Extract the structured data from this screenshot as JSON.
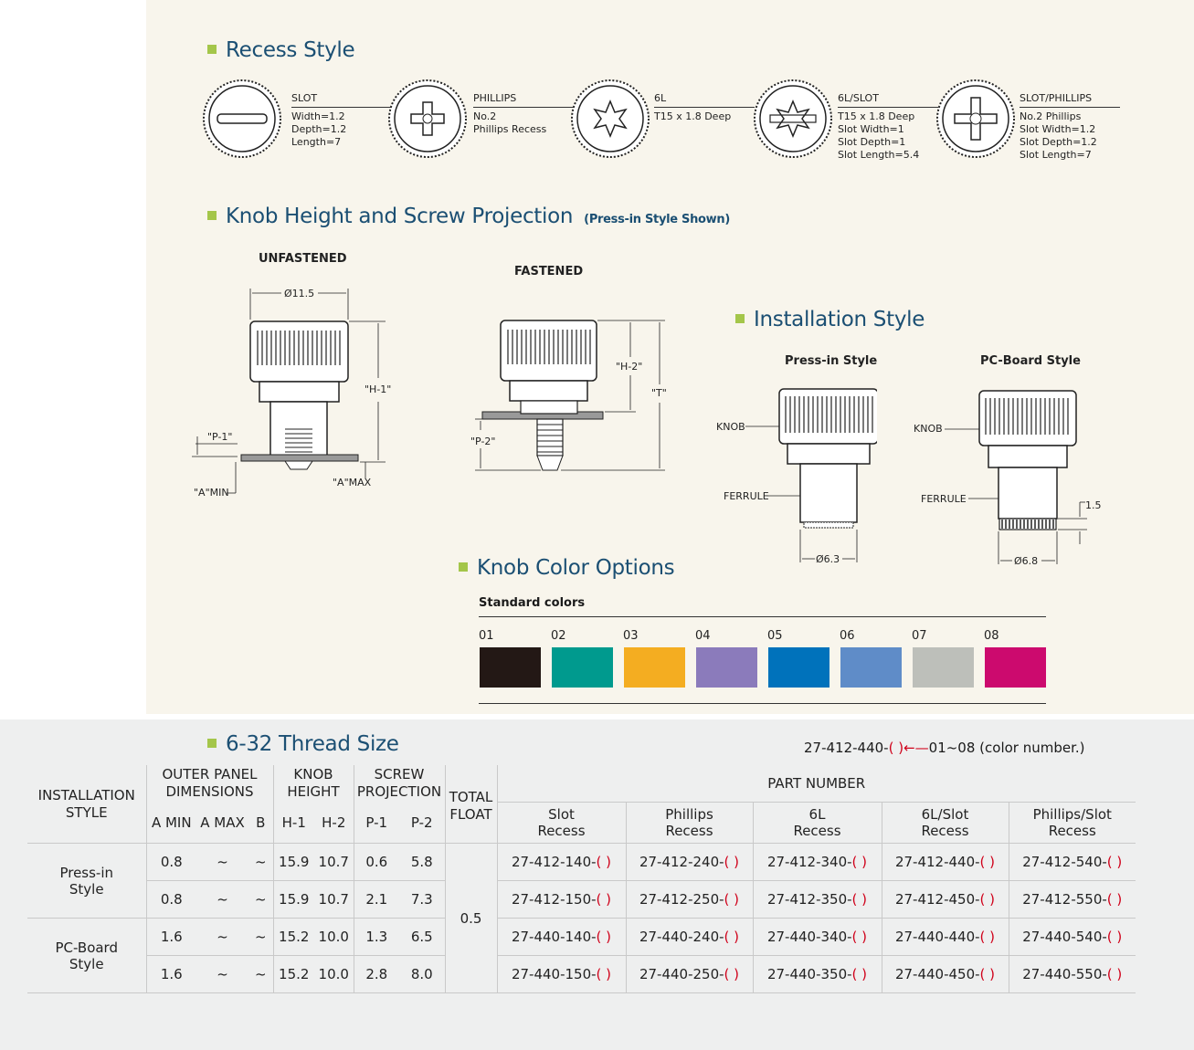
{
  "recess": {
    "heading": "Recess Style",
    "items": [
      {
        "title": "SLOT",
        "lines": [
          "Width=1.2",
          "Depth=1.2",
          "Length=7"
        ]
      },
      {
        "title": "PHILLIPS",
        "lines": [
          "No.2",
          "Phillips Recess"
        ]
      },
      {
        "title": "6L",
        "lines": [
          "T15 x 1.8 Deep"
        ]
      },
      {
        "title": "6L/SLOT",
        "lines": [
          "T15 x 1.8 Deep",
          "Slot Width=1",
          "Slot Depth=1",
          "Slot Length=5.4"
        ]
      },
      {
        "title": "SLOT/PHILLIPS",
        "lines": [
          "No.2 Phillips",
          "Slot Width=1.2",
          "Slot Depth=1.2",
          "Slot Length=7"
        ]
      }
    ]
  },
  "knob_height": {
    "heading": "Knob Height and Screw Projection",
    "subheading": "(Press-in Style Shown)",
    "unfastened": "UNFASTENED",
    "fastened": "FASTENED",
    "dim_diameter": "Ø11.5",
    "h1": "\"H-1\"",
    "h2": "\"H-2\"",
    "p1": "\"P-1\"",
    "p2": "\"P-2\"",
    "t": "\"T\"",
    "a_min": "\"A\"MIN",
    "a_max": "\"A\"MAX"
  },
  "installation": {
    "heading": "Installation Style",
    "press_in": "Press-in Style",
    "pc_board": "PC-Board Style",
    "knob": "KNOB",
    "ferrule": "FERRULE",
    "d63": "Ø6.3",
    "d68": "Ø6.8",
    "d15": "1.5"
  },
  "colors": {
    "heading": "Knob Color Options",
    "subheading": "Standard colors",
    "swatches": [
      {
        "num": "01",
        "hex": "#231815"
      },
      {
        "num": "02",
        "hex": "#009a8e"
      },
      {
        "num": "03",
        "hex": "#f4ad21"
      },
      {
        "num": "04",
        "hex": "#8b7bbb"
      },
      {
        "num": "05",
        "hex": "#0072bb"
      },
      {
        "num": "06",
        "hex": "#5f8cc8"
      },
      {
        "num": "07",
        "hex": "#bdbfba"
      },
      {
        "num": "08",
        "hex": "#cc0a6e"
      }
    ]
  },
  "thread": {
    "heading": "6-32 Thread Size",
    "template_prefix": "27-412-440-",
    "template_paren": "( )",
    "template_suffix": "01~08 (color number.)"
  },
  "table": {
    "col_install": "INSTALLATION STYLE",
    "col_outer": "OUTER PANEL DIMENSIONS",
    "col_knob": "KNOB HEIGHT",
    "col_screw": "SCREW PROJECTION",
    "col_float": "TOTAL FLOAT",
    "col_part": "PART NUMBER",
    "sub": [
      "A MIN",
      "A MAX",
      "B",
      "H-1",
      "H-2",
      "P-1",
      "P-2"
    ],
    "recess_cols": [
      "Slot Recess",
      "Phillips Recess",
      "6L Recess",
      "6L/Slot Recess",
      "Phillips/Slot Recess"
    ],
    "groups": [
      "Press-in Style",
      "PC-Board Style"
    ],
    "total_float": "0.5",
    "paren": "( )",
    "rows": [
      {
        "amin": "0.8",
        "amax": "~",
        "b": "~",
        "h1": "15.9",
        "h2": "10.7",
        "p1": "0.6",
        "p2": "5.8",
        "parts": [
          "27-412-140-",
          "27-412-240-",
          "27-412-340-",
          "27-412-440-",
          "27-412-540-"
        ]
      },
      {
        "amin": "0.8",
        "amax": "~",
        "b": "~",
        "h1": "15.9",
        "h2": "10.7",
        "p1": "2.1",
        "p2": "7.3",
        "parts": [
          "27-412-150-",
          "27-412-250-",
          "27-412-350-",
          "27-412-450-",
          "27-412-550-"
        ]
      },
      {
        "amin": "1.6",
        "amax": "~",
        "b": "~",
        "h1": "15.2",
        "h2": "10.0",
        "p1": "1.3",
        "p2": "6.5",
        "parts": [
          "27-440-140-",
          "27-440-240-",
          "27-440-340-",
          "27-440-440-",
          "27-440-540-"
        ]
      },
      {
        "amin": "1.6",
        "amax": "~",
        "b": "~",
        "h1": "15.2",
        "h2": "10.0",
        "p1": "2.8",
        "p2": "8.0",
        "parts": [
          "27-440-150-",
          "27-440-250-",
          "27-440-350-",
          "27-440-450-",
          "27-440-550-"
        ]
      }
    ]
  }
}
